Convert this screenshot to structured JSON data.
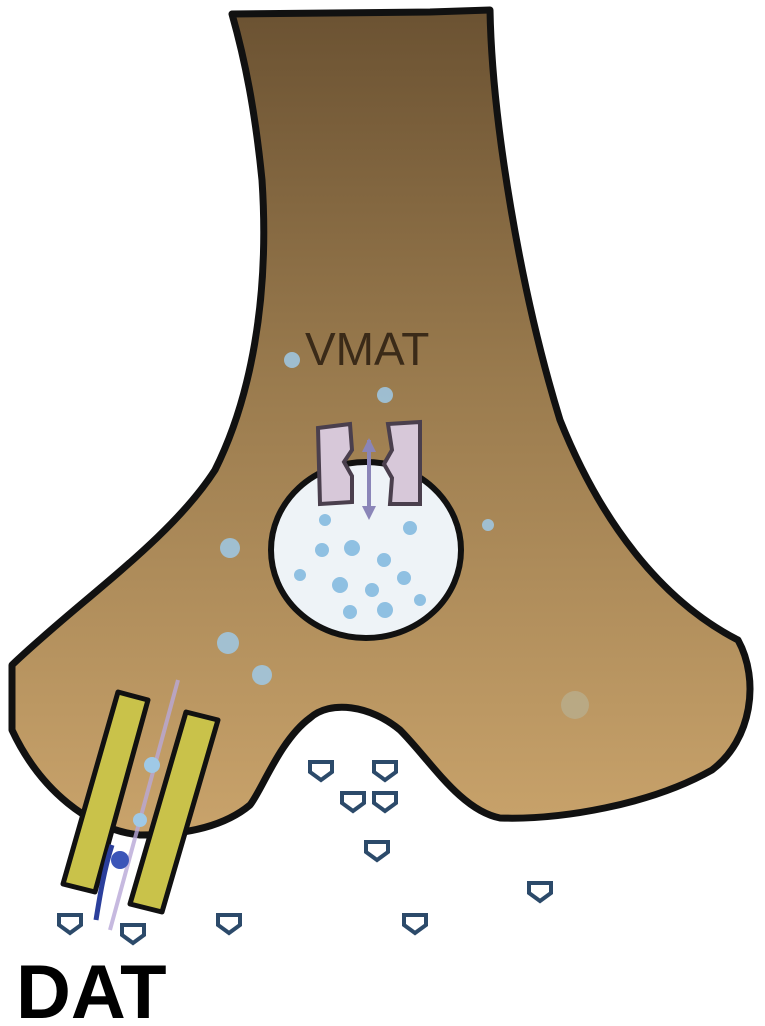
{
  "labels": {
    "vmat": "VMAT",
    "dat": "DAT"
  },
  "colors": {
    "terminal_fill_top": "#6e5533",
    "terminal_fill_bottom": "#c8a26a",
    "outline": "#111111",
    "vesicle_fill": "#eef3f7",
    "vmat_protein": "#d7c8d9",
    "dat_protein": "#c9c24a",
    "dopamine": "#9fc9e6",
    "dopamine_extracellular": "#2c4a6a"
  },
  "icons": {
    "vesicle": "synaptic-vesicle",
    "vmat": "vmat-transporter",
    "dat": "dopamine-transporter",
    "molecule": "dopamine-molecule"
  }
}
